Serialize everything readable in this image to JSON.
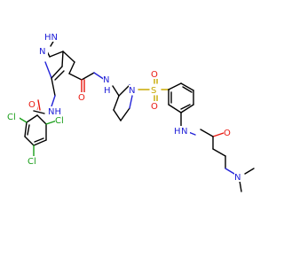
{
  "molecule": {
    "labels": {
      "hn_pyrazole": "HN",
      "n_pyrazole": "N",
      "nh_amide_top": "N",
      "h_amide_top": "H",
      "o_amide_top": "O",
      "nh_amide_left": "NH",
      "o_benzoyl": "O",
      "cl_1": "Cl",
      "cl_2": "Cl",
      "cl_3": "Cl",
      "n_piperidine": "N",
      "s_sulfonyl": "S",
      "o_sulfonyl_1": "O",
      "o_sulfonyl_2": "O",
      "n_anilide": "N",
      "h_anilide": "H",
      "o_anilide": "O",
      "n_dimethyl": "N"
    },
    "colors": {
      "carbon": "#000000",
      "nitrogen": "#2323d8",
      "oxygen": "#e8170f",
      "chlorine": "#1a9e1a",
      "sulfur": "#c8a800"
    }
  }
}
